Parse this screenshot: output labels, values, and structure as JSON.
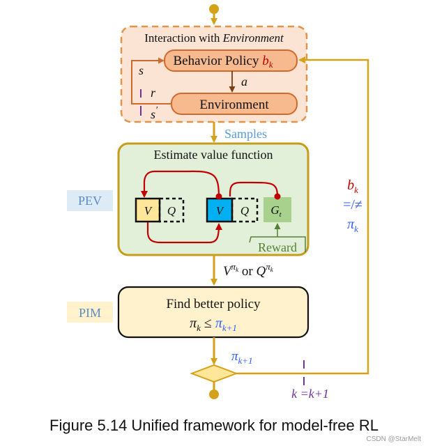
{
  "interaction": {
    "title_prefix": "Interaction with ",
    "title_italic": "Environment",
    "behavior_policy_label": "Behavior Policy ",
    "behavior_policy_symbol": "b",
    "behavior_policy_subscript": "k",
    "environment_label": "Environment",
    "edge_state": "s",
    "edge_action": "a",
    "edge_reward": "r",
    "edge_next_state": "s",
    "edge_next_state_prime": "′"
  },
  "samples_label": "Samples",
  "pev": {
    "side_label": "PEV",
    "title": "Estimate value function",
    "v_label": "V",
    "q_label": "Q",
    "g_label": "G",
    "g_subscript": "t",
    "reward_label": "Reward"
  },
  "value_output": {
    "v": "V",
    "v_sup": "π",
    "v_sup_sub": "k",
    "or": " or ",
    "q": "Q",
    "q_sup": "π",
    "q_sup_sub": "k"
  },
  "pim": {
    "side_label": "PIM",
    "title": "Find better policy",
    "ineq_left": "π",
    "ineq_left_sub": "k",
    "ineq_op": " ≤ ",
    "ineq_right": "π",
    "ineq_right_sub": "k+1"
  },
  "right_annotation": {
    "b": "b",
    "b_sub": "k",
    "relation": "=/≠",
    "pi": "π",
    "pi_sub": "k"
  },
  "next_policy": {
    "pi": "π",
    "pi_sub": "k+1"
  },
  "update_label": "k =k+1",
  "caption": "Figure 5.14 Unified framework for model-free RL",
  "watermark": "CSDN @StarMelt",
  "colors": {
    "gold": "#D4A21A",
    "dashed_orange": "#E0944A",
    "interaction_fill": "#FCE4D4",
    "orange_node_fill": "#F7B98E",
    "orange_node_stroke": "#D06A2C",
    "pev_fill": "#E2EFD9",
    "pim_fill": "#FFF2CC",
    "side_label_fill": "#DDEBF7",
    "v_yellow": "#FFE699",
    "v_blue": "#00B0F0",
    "g_green": "#A9D18E",
    "red_loop": "#C00000",
    "blue_text": "#2E5BFF",
    "purple": "#7030A0",
    "samples_text": "#5B9BD5"
  }
}
